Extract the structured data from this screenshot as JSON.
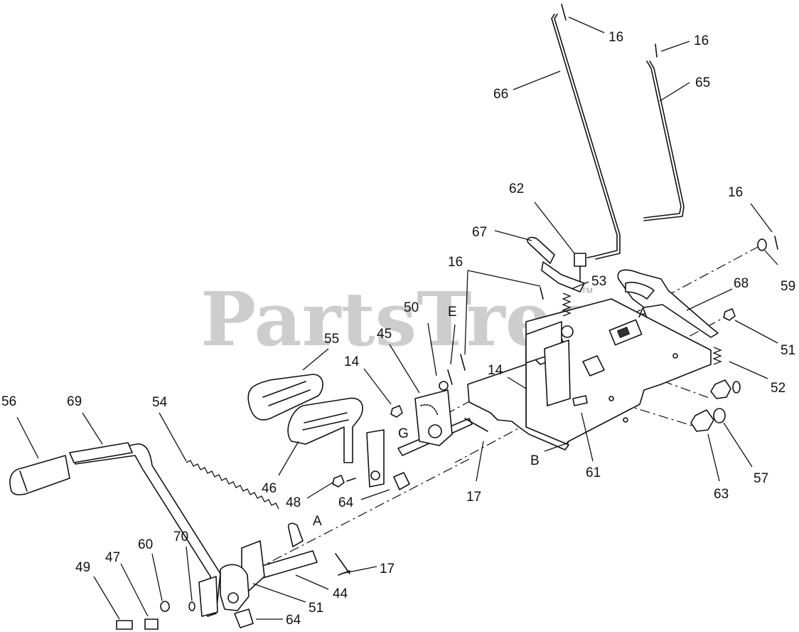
{
  "watermark": {
    "text": "PartsTree",
    "mark": "TM"
  },
  "callouts": {
    "c16a": "16",
    "c16b": "16",
    "c16c": "16",
    "c16d": "16",
    "c66": "66",
    "c65": "65",
    "c62": "62",
    "c67": "67",
    "c53": "53",
    "c68": "68",
    "c59": "59",
    "cA1": "A",
    "c51a": "51",
    "c52": "52",
    "c50": "50",
    "cE": "E",
    "c55": "55",
    "c45": "45",
    "c14a": "14",
    "c14b": "14",
    "cG": "G",
    "c56": "56",
    "c69": "69",
    "c54": "54",
    "c46": "46",
    "c48": "48",
    "c64a": "64",
    "c17a": "17",
    "cB": "B",
    "c61": "61",
    "c63": "63",
    "c57": "57",
    "cA2": "A",
    "c17b": "17",
    "c44": "44",
    "c51b": "51",
    "c70": "70",
    "c60": "60",
    "c47": "47",
    "c49": "49",
    "c64b": "64"
  }
}
